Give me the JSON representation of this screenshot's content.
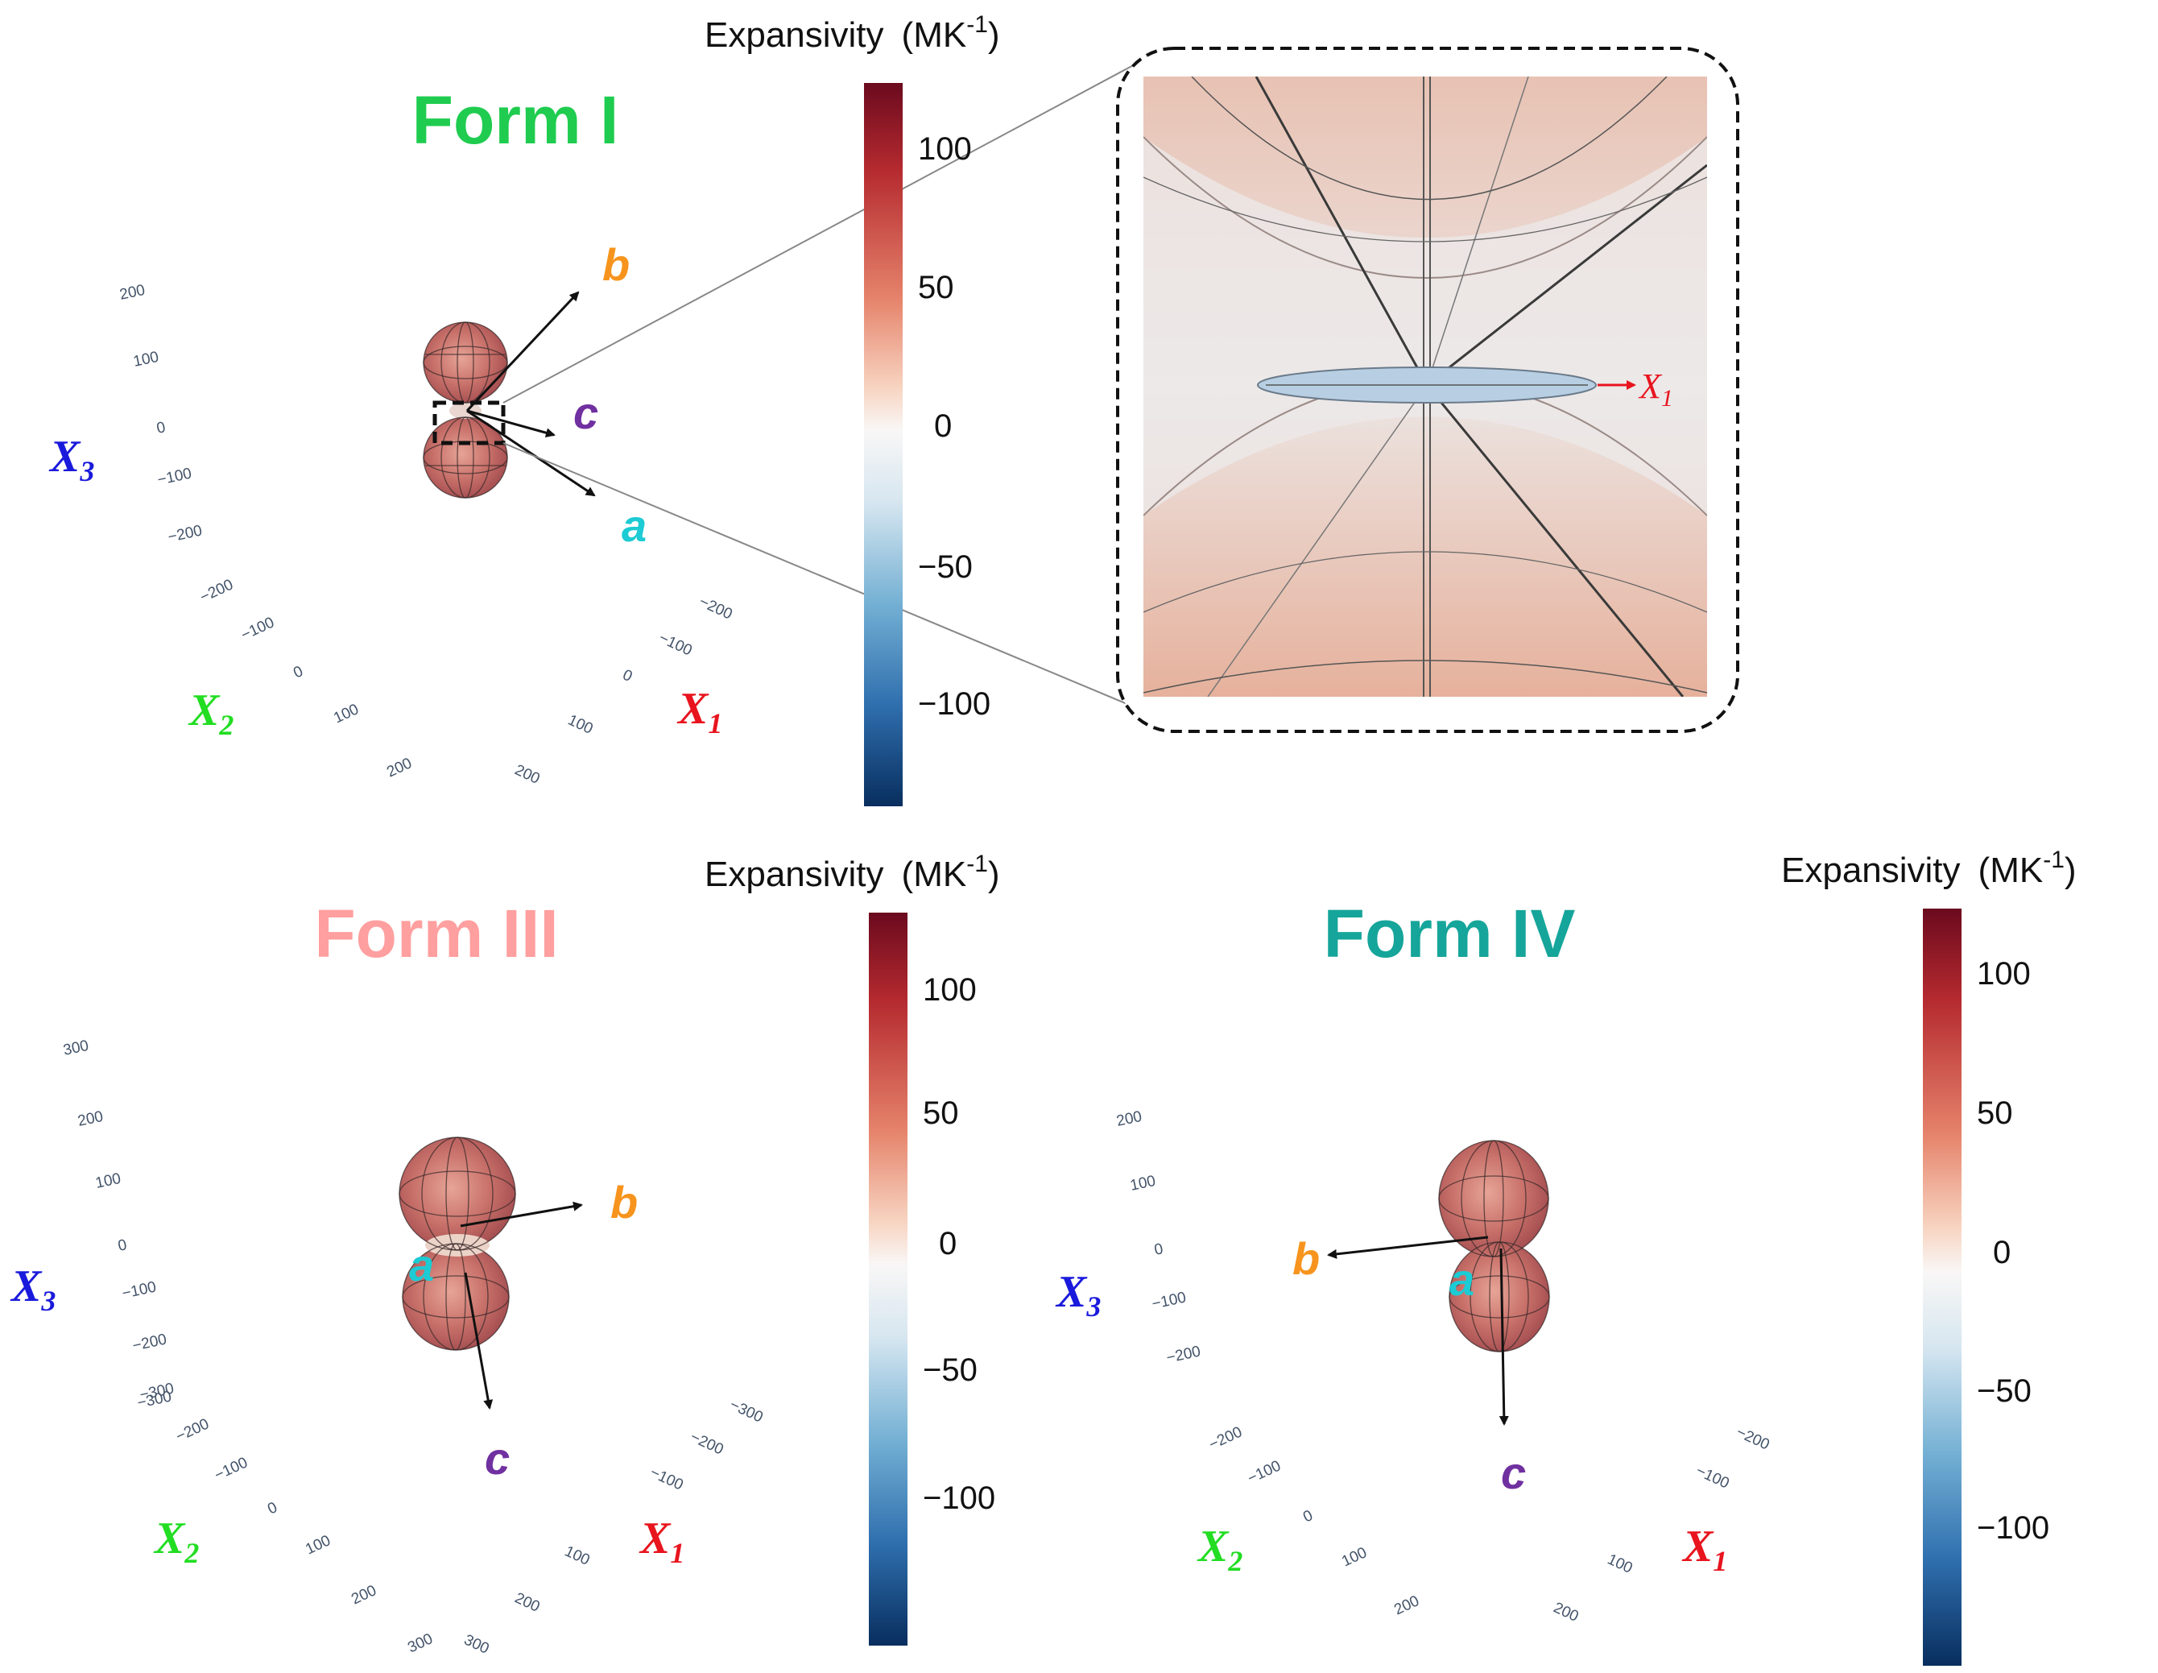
{
  "panels": [
    {
      "id": "form-1",
      "title": "Form I",
      "title_color": "#1fcc4f",
      "colorbar": {
        "title": "Expansivity",
        "unit_main": "(MK",
        "unit_sup": "-1",
        "unit_close": ")",
        "ticks": [
          "100",
          "50",
          "0",
          "−50",
          "−100"
        ],
        "range": [
          -140,
          125
        ]
      },
      "axes": {
        "x1": "X",
        "x1_sub": "1",
        "x1_color": "#e8141e",
        "x2": "X",
        "x2_sub": "2",
        "x2_color": "#22dd22",
        "x3": "X",
        "x3_sub": "3",
        "x3_color": "#1a1adc",
        "x3_ticks": [
          "200",
          "100",
          "0",
          "−100",
          "−200"
        ],
        "x2_ticks": [
          "−200",
          "−100",
          "0",
          "100",
          "200"
        ],
        "x1_ticks": [
          "−200",
          "−100",
          "0",
          "100",
          "200"
        ]
      },
      "vectors": {
        "a": "a",
        "a_color": "#1ccbd4",
        "b": "b",
        "b_color": "#f7941d",
        "c": "c",
        "c_color": "#7030a0"
      },
      "inset": {
        "axis_label": "X",
        "axis_sub": "1",
        "axis_color": "#e8141e"
      }
    },
    {
      "id": "form-3",
      "title": "Form III",
      "title_color": "#ff9f9f",
      "colorbar": {
        "title": "Expansivity",
        "unit_main": "(MK",
        "unit_sup": "-1",
        "unit_close": ")",
        "ticks": [
          "100",
          "50",
          "0",
          "−50",
          "−100"
        ],
        "range": [
          -150,
          125
        ]
      },
      "axes": {
        "x1": "X",
        "x1_sub": "1",
        "x1_color": "#e8141e",
        "x2": "X",
        "x2_sub": "2",
        "x2_color": "#22dd22",
        "x3": "X",
        "x3_sub": "3",
        "x3_color": "#1a1adc",
        "x3_ticks": [
          "300",
          "200",
          "100",
          "0",
          "−100",
          "−200",
          "−300"
        ],
        "x3_ticks_overlap": "−300",
        "x2_ticks": [
          "−200",
          "−100",
          "0",
          "100",
          "200",
          "300"
        ],
        "x1_ticks": [
          "−300",
          "−200",
          "−100",
          "100",
          "200",
          "300"
        ]
      },
      "vectors": {
        "a": "a",
        "a_color": "#1ccbd4",
        "b": "b",
        "b_color": "#f7941d",
        "c": "c",
        "c_color": "#7030a0"
      }
    },
    {
      "id": "form-4",
      "title": "Form IV",
      "title_color": "#16a59a",
      "colorbar": {
        "title": "Expansivity",
        "unit_main": "(MK",
        "unit_sup": "-1",
        "unit_close": ")",
        "ticks": [
          "100",
          "50",
          "0",
          "−50",
          "−100"
        ],
        "range": [
          -140,
          120
        ]
      },
      "axes": {
        "x1": "X",
        "x1_sub": "1",
        "x1_color": "#e8141e",
        "x2": "X",
        "x2_sub": "2",
        "x2_color": "#22dd22",
        "x3": "X",
        "x3_sub": "3",
        "x3_color": "#1a1adc",
        "x3_ticks": [
          "200",
          "100",
          "0",
          "−100",
          "−200"
        ],
        "x2_ticks": [
          "−200",
          "−100",
          "0",
          "100",
          "200"
        ],
        "x1_ticks": [
          "−200",
          "−100",
          "100",
          "200"
        ]
      },
      "vectors": {
        "a": "a",
        "a_color": "#1ccbd4",
        "b": "b",
        "b_color": "#f7941d",
        "c": "c",
        "c_color": "#7030a0"
      }
    }
  ]
}
